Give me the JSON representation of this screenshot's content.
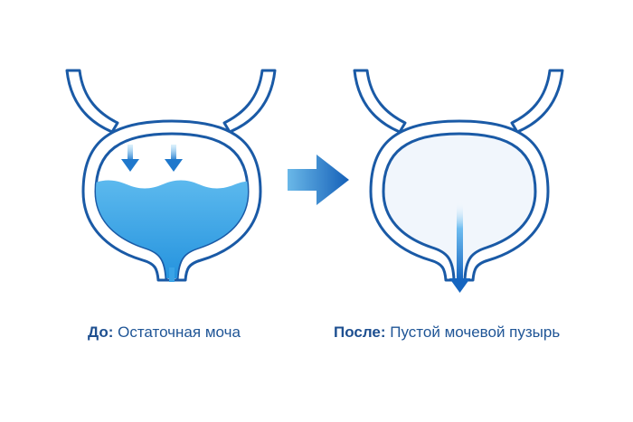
{
  "before": {
    "label": "До:",
    "description": "Остаточная моча"
  },
  "after": {
    "label": "После:",
    "description": "Пустой мочевой пузырь"
  },
  "colors": {
    "outline": "#1a5aa6",
    "urine_light": "#5cb9ee",
    "urine_dark": "#1f8fdc",
    "arrow_light": "#6ab8e8",
    "arrow_dark": "#1560b8",
    "empty_fill": "#f1f6fc",
    "caption_text": "#1f5596"
  },
  "icons": {
    "transition_arrow": "arrow-right-icon",
    "inflow_arrows": "arrow-down-icon",
    "drain_arrow": "arrow-down-icon"
  }
}
